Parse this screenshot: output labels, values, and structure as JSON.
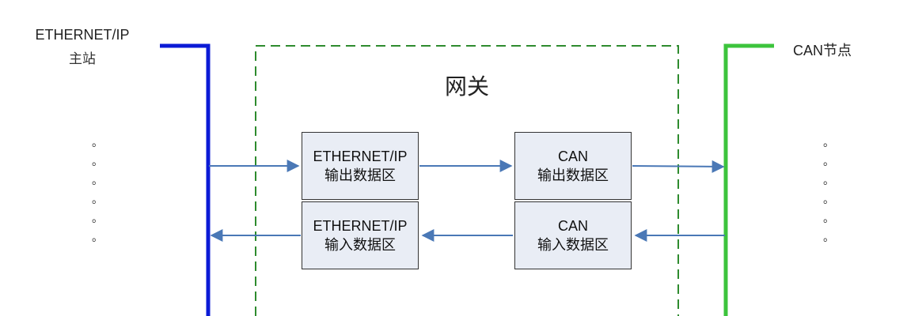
{
  "master": {
    "title": "ETHERNET/IP",
    "subtitle": "主站"
  },
  "node": {
    "title": "CAN节点"
  },
  "gateway": {
    "title": "网关"
  },
  "boxes": {
    "eip_out": {
      "line1": "ETHERNET/IP",
      "line2": "输出数据区"
    },
    "can_out": {
      "line1": "CAN",
      "line2": "输出数据区"
    },
    "eip_in": {
      "line1": "ETHERNET/IP",
      "line2": "输入数据区"
    },
    "can_in": {
      "line1": "CAN",
      "line2": "输入数据区"
    }
  },
  "ellipsis": {
    "left": [
      "。",
      "。",
      "。",
      "。",
      "。",
      "。"
    ],
    "right": [
      "。",
      "。",
      "。",
      "。",
      "。",
      "。"
    ]
  },
  "colors": {
    "master_bus": "#0b1bd6",
    "node_bus": "#3cc43c",
    "gateway_border": "#2e8b2e",
    "arrow": "#4a78b6",
    "box_fill": "#e9edf5"
  }
}
